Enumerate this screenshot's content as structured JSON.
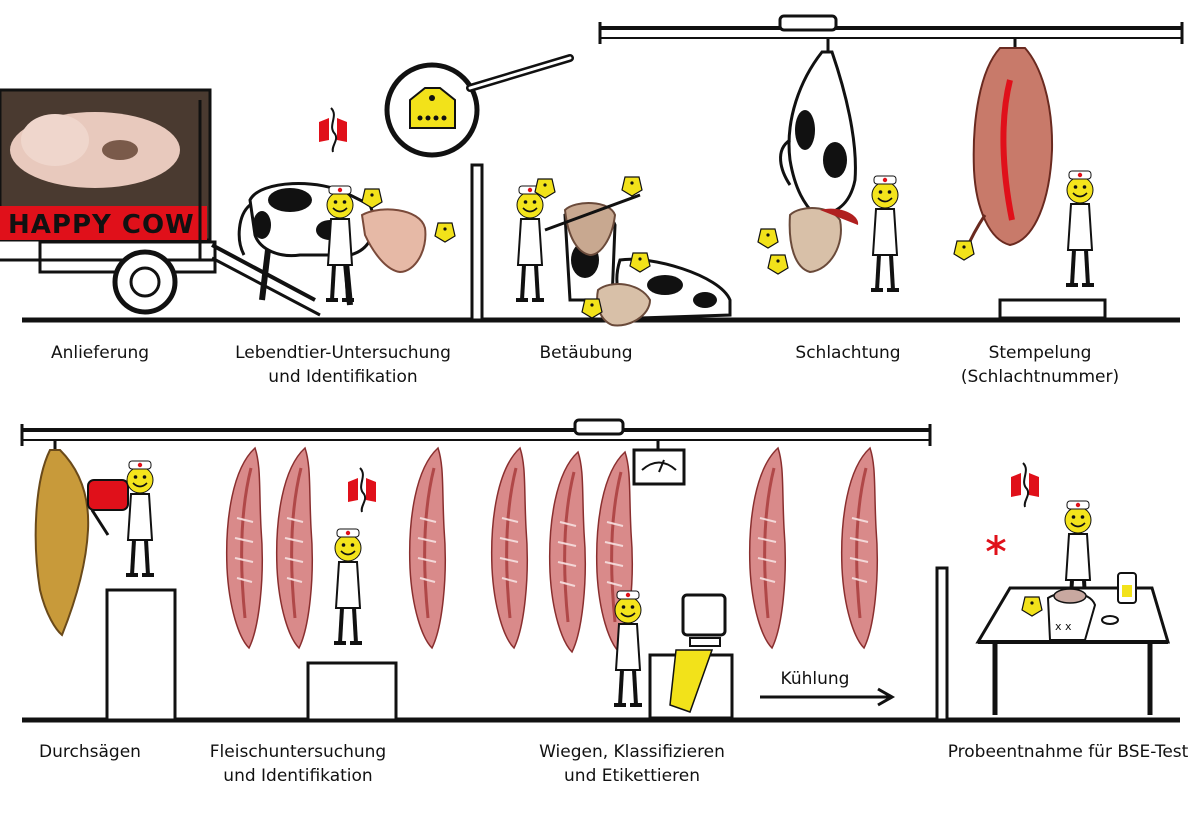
{
  "truck": {
    "banner": "HAPPY COW"
  },
  "stages_top": [
    {
      "id": "anlieferung",
      "lines": [
        "Anlieferung"
      ]
    },
    {
      "id": "lebendtier",
      "lines": [
        "Lebendtier-Untersuchung",
        "und Identifikation"
      ]
    },
    {
      "id": "betaeubung",
      "lines": [
        "Betäubung"
      ]
    },
    {
      "id": "schlachtung",
      "lines": [
        "Schlachtung"
      ]
    },
    {
      "id": "stempelung",
      "lines": [
        "Stempelung",
        "(Schlachtnummer)"
      ]
    }
  ],
  "stages_bottom": [
    {
      "id": "durchsaegen",
      "lines": [
        "Durchsägen"
      ]
    },
    {
      "id": "fleischuntersuchung",
      "lines": [
        "Fleischuntersuchung",
        "und Identifikation"
      ]
    },
    {
      "id": "wiegen",
      "lines": [
        "Wiegen, Klassifizieren",
        "und Etikettieren"
      ]
    },
    {
      "id": "probeentnahme",
      "lines": [
        "Probeentnahme für BSE-Test"
      ]
    }
  ],
  "cooling": {
    "label": "Kühlung"
  },
  "colors": {
    "line": "#111111",
    "banner_red": "#e0101a",
    "smiley": "#f4e41c",
    "tag": "#f2e21a",
    "meat": "#d98a8a",
    "meat_dark": "#b04848",
    "carcass_yellow": "#c89a3a"
  }
}
